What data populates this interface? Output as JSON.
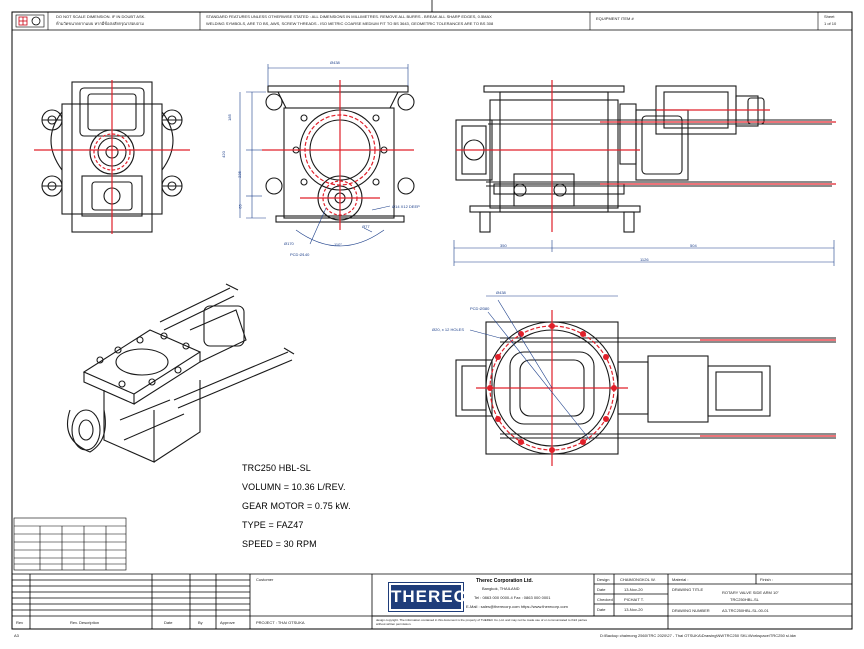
{
  "header": {
    "no_scale_note": "DO NOT SCALE DIMENSION. IF IN DOUBT ASK.",
    "thai_note": "ห้ามวัดขนาดจากแบบ หากมีข้อสงสัยกรุณาสอบถาม",
    "standard_features": "STANDARD FEATURES UNLESS OTHERWISE STATED : ALL DIMENSIONS IN MILLIMETRES. REMOVE ALL BURRS - BREAK ALL SHARP EDGES, 0.5MAX",
    "standard_features_2": "WELDING SYMBOLS, ARE TO BS, AWS, SCREW THREADS - ISO METRIC COARSE MEDIUM FIT TO BS 3643, GEOMETRIC TOLERANCES ARE TO BS 308",
    "equipment_item": "EQUIPMENT ITEM #",
    "sheet_label": "Sheet",
    "sheet_value": "1 of 10"
  },
  "dimensions": {
    "width_top": "Ø438",
    "dim_185": "185",
    "dim_420": "420",
    "dim_235": "235",
    "dim_65": "65",
    "d170": "Ø170",
    "pcd140": "PCD Ø140",
    "angle": "110°",
    "d77": "Ø77",
    "m14": "Ø14 X12 DEEP",
    "len_350": "350",
    "len_504": "504",
    "len_total": "1126",
    "pcd_top": "Ø438",
    "pcd_380": "PCD Ø380",
    "holes": "Ø20, x 12 HOLES"
  },
  "specs": {
    "model": "TRC250 HBL-SL",
    "volume": "VOLUMN = 10.36 L/REV.",
    "motor": "GEAR MOTOR = 0.75 kW.",
    "type": "TYPE = FAZ47",
    "speed": "SPEED = 30 RPM"
  },
  "small_table": {
    "rows": [
      [
        "",
        "",
        "",
        ""
      ],
      [
        "",
        "",
        "",
        ""
      ],
      [
        "",
        "",
        "",
        ""
      ],
      [
        "",
        "",
        "",
        ""
      ],
      [
        "",
        "",
        "",
        ""
      ],
      [
        "",
        "",
        "",
        ""
      ]
    ]
  },
  "title_block": {
    "customer_label": "Customer",
    "project_label": "PROJECT : THAI OTSUKA",
    "company_name": "Therec Corporation Ltd.",
    "company_city": "Bangkok, THAILAND",
    "company_tel": "Tel : 0863 000 0000-4    Fax : 0863 000 0001",
    "company_email": "E-Mail : sales@therecorp.com   https://www.therecorp.com",
    "copyright": "design copyright. The information contained in this document is the property of THEREC Co.,Ltd. and may not be made use of or communicated to third parties without written permission.",
    "logo": "THEREC",
    "design_label": "Design",
    "design_value": "CHAIMONGKOL W.",
    "checked_label": "Checked",
    "checked_value": "PICHAIT T.",
    "date_label": "Date",
    "date1": "13-Nov-20",
    "date2": "13-Nov-20",
    "date3": "13-Nov-20",
    "material_label": "Material :",
    "finish_label": "Finish :",
    "drawing_title_label": "DRAWING TITLE",
    "drawing_title_1": "ROTARY VALVE SIDE ARM 10\"",
    "drawing_title_2": "TRC250HBL-SL",
    "drawing_number_label": "DRAWING NUMBER",
    "drawing_number": "A3-TRC250HBL-SL-00-01"
  },
  "revision": {
    "rev": "Rev",
    "desc": "Rev. Description",
    "date": "Date",
    "by": "By",
    "approve": "Approve"
  },
  "footer": {
    "size": "A3",
    "path": "D:\\Backup chaimong 2560\\TRC 2020\\27 - Thai OTSUKA\\Drawing\\NWTRC250 SKL\\Workspace\\TRC250 sl.idw"
  },
  "colors": {
    "ink": "#1a1a1a",
    "center_line": "#e0202a",
    "dim": "#1c3f8a",
    "logo_blue": "#1f3d7a"
  }
}
